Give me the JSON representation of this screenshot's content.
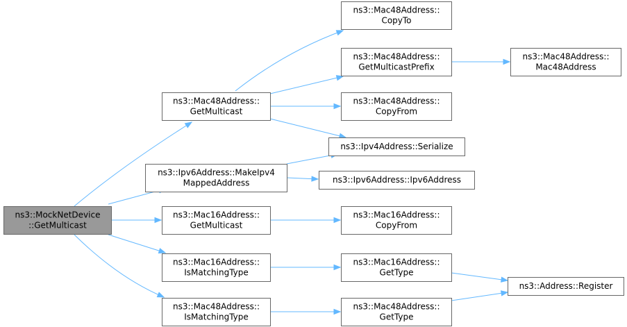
{
  "colors": {
    "node_fill": "#ffffff",
    "root_fill": "#999999",
    "node_border": "#666666",
    "edge": "#63b8ff",
    "text": "#000000"
  },
  "nodes": [
    {
      "id": "root",
      "lines": [
        "ns3::MockNetDevice",
        "::GetMulticast"
      ],
      "root": true
    },
    {
      "id": "mac48_getmulticast",
      "lines": [
        "ns3::Mac48Address::",
        "GetMulticast"
      ]
    },
    {
      "id": "ipv6_makeipv4",
      "lines": [
        "ns3::Ipv6Address::MakeIpv4",
        "MappedAddress"
      ]
    },
    {
      "id": "mac16_getmulticast",
      "lines": [
        "ns3::Mac16Address::",
        "GetMulticast"
      ]
    },
    {
      "id": "mac16_ismatching",
      "lines": [
        "ns3::Mac16Address::",
        "IsMatchingType"
      ]
    },
    {
      "id": "mac48_ismatching",
      "lines": [
        "ns3::Mac48Address::",
        "IsMatchingType"
      ]
    },
    {
      "id": "mac48_copyto",
      "lines": [
        "ns3::Mac48Address::",
        "CopyTo"
      ]
    },
    {
      "id": "mac48_getprefix",
      "lines": [
        "ns3::Mac48Address::",
        "GetMulticastPrefix"
      ]
    },
    {
      "id": "mac48_copyfrom",
      "lines": [
        "ns3::Mac48Address::",
        "CopyFrom"
      ]
    },
    {
      "id": "ipv4_serialize",
      "lines": [
        "ns3::Ipv4Address::Serialize"
      ]
    },
    {
      "id": "ipv6_ctor",
      "lines": [
        "ns3::Ipv6Address::Ipv6Address"
      ]
    },
    {
      "id": "mac16_copyfrom",
      "lines": [
        "ns3::Mac16Address::",
        "CopyFrom"
      ]
    },
    {
      "id": "mac16_gettype",
      "lines": [
        "ns3::Mac16Address::",
        "GetType"
      ]
    },
    {
      "id": "mac48_gettype",
      "lines": [
        "ns3::Mac48Address::",
        "GetType"
      ]
    },
    {
      "id": "mac48_ctor",
      "lines": [
        "ns3::Mac48Address::",
        "Mac48Address"
      ]
    },
    {
      "id": "address_register",
      "lines": [
        "ns3::Address::Register"
      ]
    }
  ],
  "edges": [
    {
      "from": "root",
      "to": "mac48_getmulticast"
    },
    {
      "from": "root",
      "to": "ipv6_makeipv4"
    },
    {
      "from": "root",
      "to": "mac16_getmulticast"
    },
    {
      "from": "root",
      "to": "mac16_ismatching"
    },
    {
      "from": "root",
      "to": "mac48_ismatching"
    },
    {
      "from": "mac48_getmulticast",
      "to": "mac48_copyto"
    },
    {
      "from": "mac48_getmulticast",
      "to": "mac48_getprefix"
    },
    {
      "from": "mac48_getmulticast",
      "to": "mac48_copyfrom"
    },
    {
      "from": "mac48_getmulticast",
      "to": "ipv4_serialize"
    },
    {
      "from": "ipv6_makeipv4",
      "to": "ipv4_serialize"
    },
    {
      "from": "ipv6_makeipv4",
      "to": "ipv6_ctor"
    },
    {
      "from": "mac16_getmulticast",
      "to": "mac16_copyfrom"
    },
    {
      "from": "mac16_ismatching",
      "to": "mac16_gettype"
    },
    {
      "from": "mac48_ismatching",
      "to": "mac48_gettype"
    },
    {
      "from": "mac48_getprefix",
      "to": "mac48_ctor"
    },
    {
      "from": "mac16_gettype",
      "to": "address_register"
    },
    {
      "from": "mac48_gettype",
      "to": "address_register"
    }
  ]
}
